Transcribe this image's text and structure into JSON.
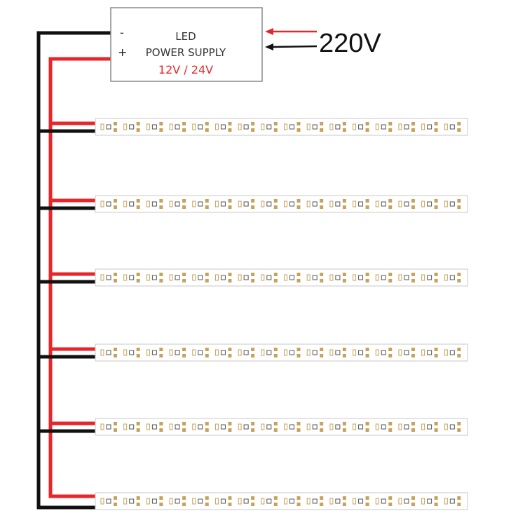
{
  "power_supply": {
    "line1": "LED",
    "line2": "POWER SUPPLY",
    "line3": "12V / 24V",
    "minus": "-",
    "plus": "+"
  },
  "mains": {
    "label": "220V"
  },
  "strips": {
    "count": 6,
    "chips_per_segment": 3,
    "segments": 16
  },
  "colors": {
    "positive": "#e8262a",
    "negative": "#111111",
    "box_stroke": "#8a8a8a",
    "voltage_text": "#e8262a",
    "strip_stroke": "#c8c8c8",
    "chip": "#c9a25a"
  }
}
